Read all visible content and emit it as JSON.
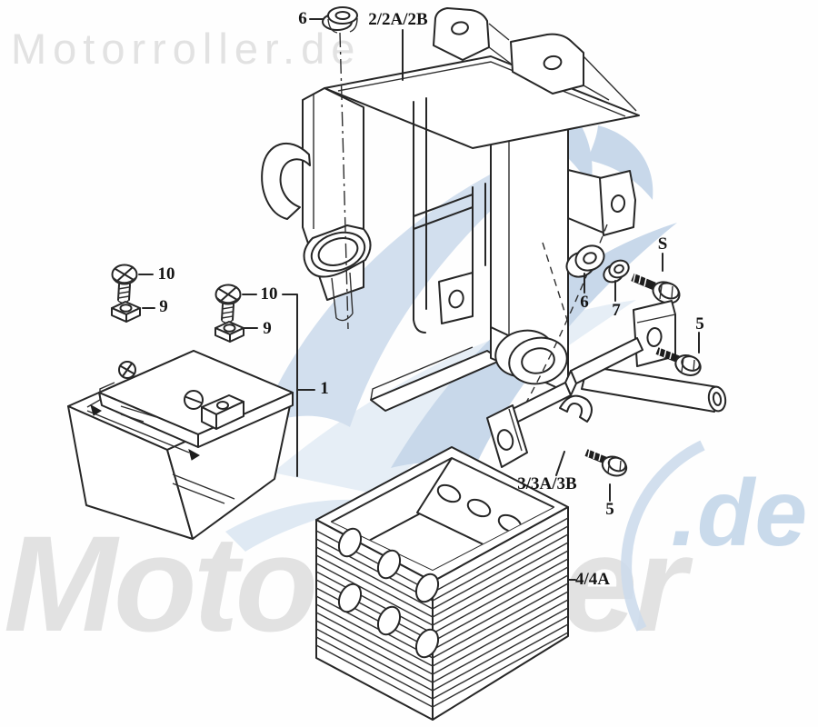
{
  "watermarks": {
    "top_left": "Motorroller.de",
    "bottom_main": "Motorroller",
    "bottom_de": ".de",
    "gray_color": "#e2e2e2",
    "blue_color": "#c9daeb"
  },
  "diagram": {
    "title": "battery and resistor mounting exploded view",
    "callouts": [
      {
        "id": "grommet-top",
        "label": "6"
      },
      {
        "id": "bracket-top",
        "label": "2/2A/2B"
      },
      {
        "id": "bolt-left",
        "label": "10"
      },
      {
        "id": "nut-left",
        "label": "9"
      },
      {
        "id": "bolt-mid",
        "label": "10"
      },
      {
        "id": "nut-mid",
        "label": "9"
      },
      {
        "id": "battery",
        "label": "1"
      },
      {
        "id": "grommet-right",
        "label": "6"
      },
      {
        "id": "washer",
        "label": "7"
      },
      {
        "id": "bolt-s",
        "label": "S"
      },
      {
        "id": "bolt-upper",
        "label": "5"
      },
      {
        "id": "strip-bracket",
        "label": "3/3A/3B"
      },
      {
        "id": "bolt-lower",
        "label": "5"
      },
      {
        "id": "heatsink",
        "label": "4/4A"
      }
    ]
  }
}
